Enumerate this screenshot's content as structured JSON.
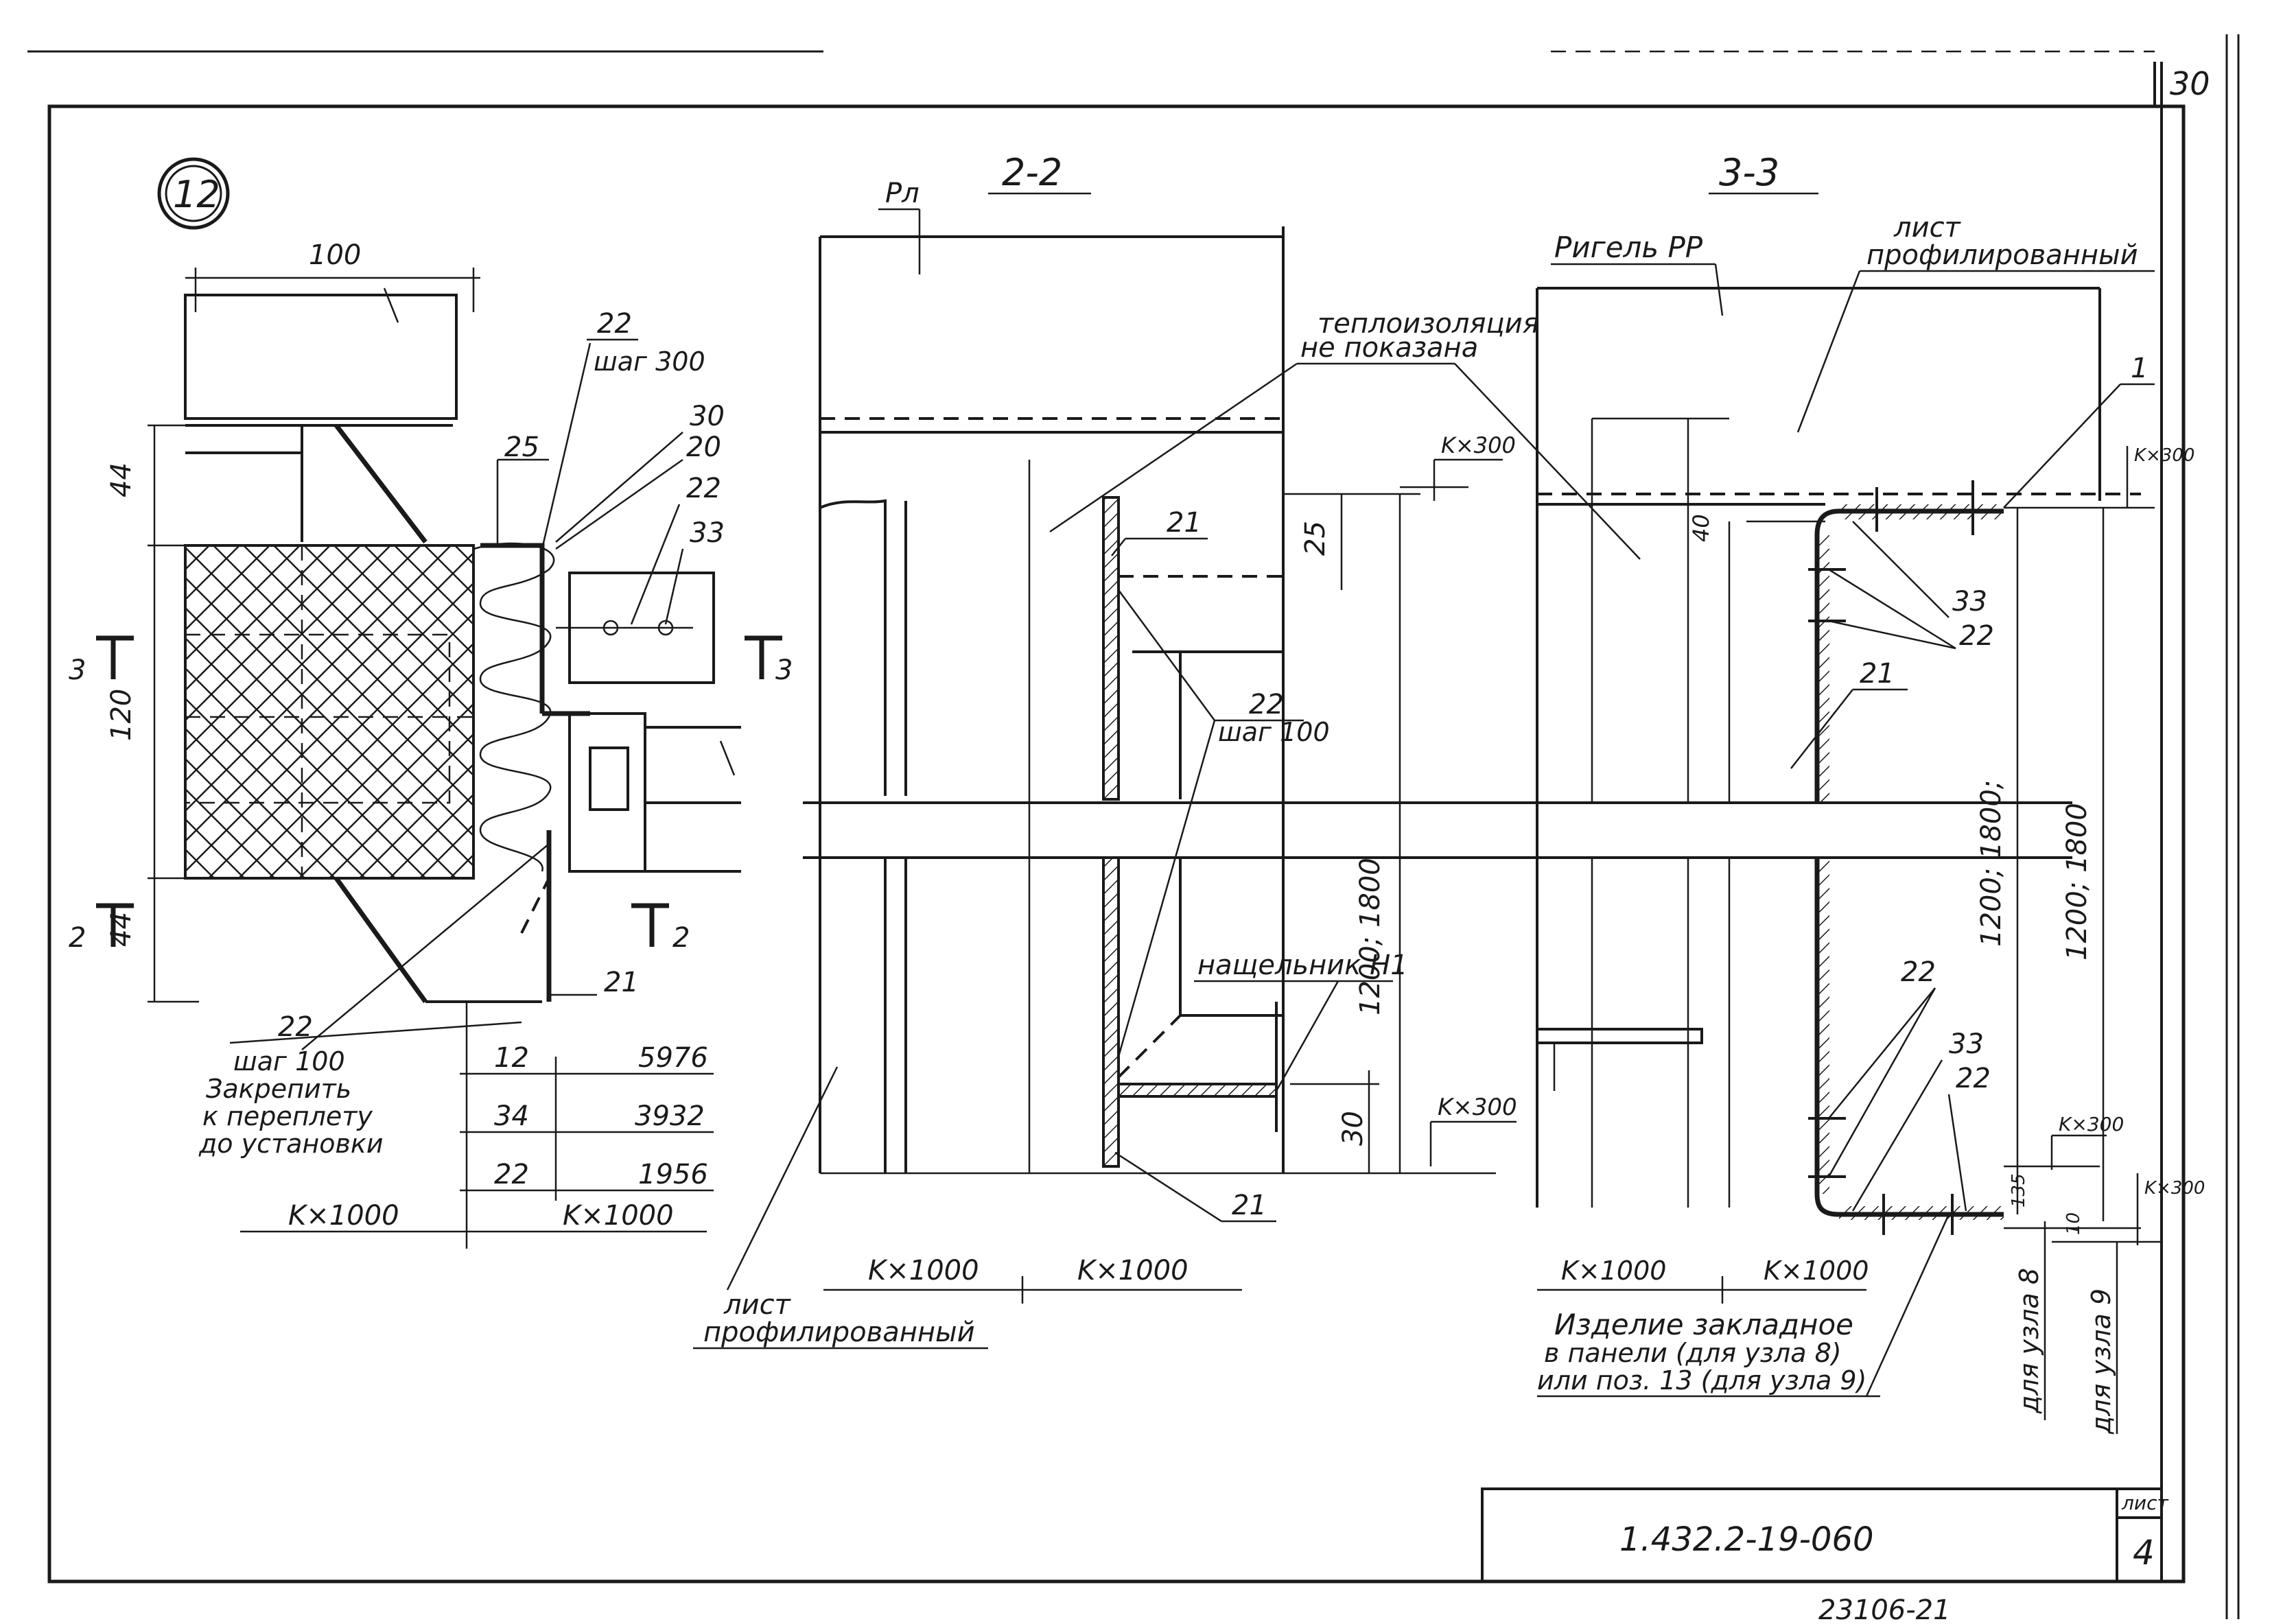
{
  "sheet": {
    "page_number": "30",
    "node_number": "12",
    "designation": "1.432.2-19-060",
    "sheet_label": "лист",
    "sheet_number": "4",
    "archive_number": "23106-21"
  },
  "detail_12": {
    "dim_top": "100",
    "dim_upper": "44",
    "dim_middle": "120",
    "dim_lower": "44",
    "callouts": [
      "22",
      "шаг 300",
      "30",
      "20",
      "22",
      "25",
      "33",
      "21"
    ],
    "section_marks": [
      "3",
      "3",
      "2",
      "2"
    ],
    "note_pos": "22",
    "note_lines": [
      "шаг 100",
      "Закрепить",
      "к переплету",
      "до установки"
    ],
    "table": [
      {
        "a": "12",
        "b": "5976"
      },
      {
        "a": "34",
        "b": "3932"
      },
      {
        "a": "22",
        "b": "1956"
      }
    ],
    "bottom_dims": [
      "K×1000",
      "K×1000"
    ]
  },
  "section_2_2": {
    "title": "2-2",
    "label_pl": "Рл",
    "insulation_note": [
      "теплоизоляция",
      "не показана"
    ],
    "callouts": [
      "21",
      "22",
      "шаг 100",
      "21"
    ],
    "dim_25": "25",
    "dim_kx300_top": "K×300",
    "dim_vertical": "1200; 1800",
    "flashing": "нащельник Н1",
    "dim_30": "30",
    "dim_kx300_bottom": "K×300",
    "bottom_dims": [
      "K×1000",
      "K×1000"
    ],
    "sheet_label": [
      "лист",
      "профилированный"
    ]
  },
  "section_3_3": {
    "title": "3-3",
    "label_rigel": "Ригель РР",
    "sheet_label": [
      "лист",
      "профилированный"
    ],
    "callouts": [
      "1",
      "33",
      "22",
      "21",
      "22",
      "33",
      "22"
    ],
    "dim_kx300_top": "K×300",
    "dim_vertical_1": "1200; 1800;",
    "dim_vertical_2": "1200; 1800",
    "dim_40": "40",
    "dim_kx300_a": "K×300",
    "dim_kx300_b": "K×300",
    "dim_135": "135",
    "dim_10": "10",
    "for_node_8": "для узла 8",
    "for_node_9": "для узла 9",
    "bottom_dims": [
      "K×1000",
      "K×1000"
    ],
    "embed_note": [
      "Изделие закладное",
      "в панели (для узла 8)",
      "или поз. 13 (для узла 9)"
    ]
  }
}
